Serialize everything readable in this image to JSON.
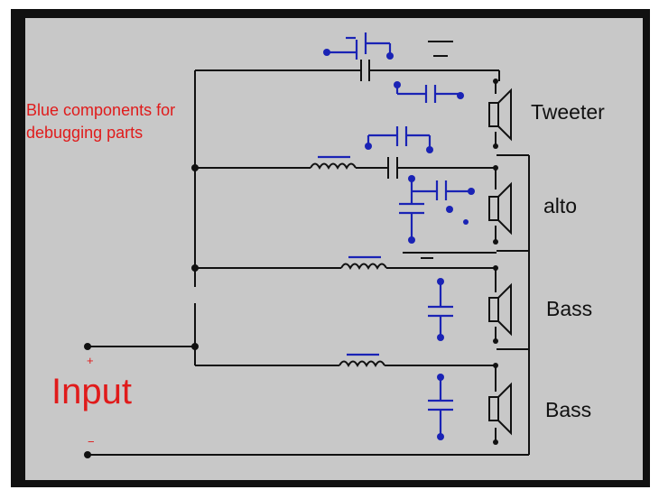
{
  "note": [
    "Blue components for",
    "debugging parts"
  ],
  "input": {
    "label": "Input",
    "plus": "+",
    "minus": "−"
  },
  "speakers": {
    "tweeter": "Tweeter",
    "alto": "alto",
    "bass1": "Bass",
    "bass2": "Bass"
  },
  "colors": {
    "frame_bg": "#c8c8c8",
    "wire": "#111111",
    "debug_component": "#1a23b5",
    "label_red": "#e01b1b"
  }
}
